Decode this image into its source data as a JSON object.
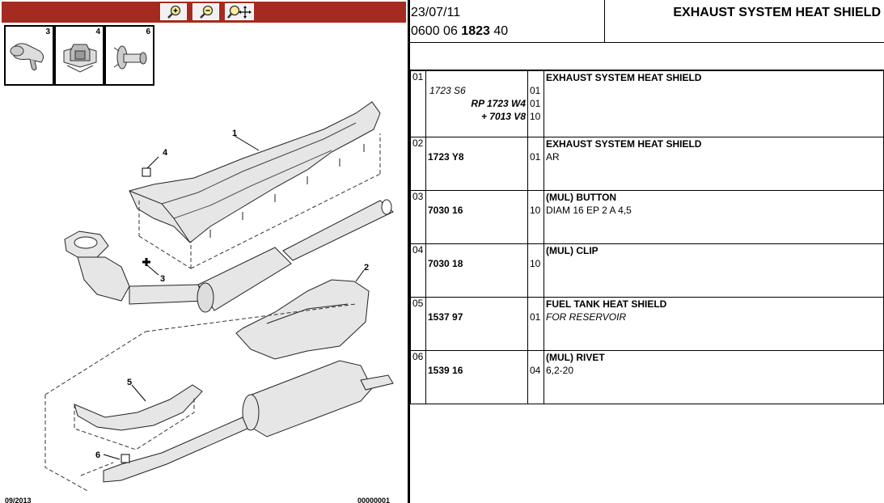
{
  "toolbar": {
    "zoom_in": "zoom-in-icon",
    "zoom_out": "zoom-out-icon",
    "zoom_pan": "zoom-pan-icon",
    "bar_color": "#a52a1f"
  },
  "thumbnails": [
    {
      "number": "3",
      "icon": "push-button-icon"
    },
    {
      "number": "4",
      "icon": "clip-icon"
    },
    {
      "number": "6",
      "icon": "rivet-icon"
    }
  ],
  "diagram": {
    "callouts": [
      "1",
      "2",
      "3",
      "4",
      "5",
      "6"
    ],
    "footer_left": "09/2013",
    "footer_right": "00000001"
  },
  "header": {
    "date": "23/07/11",
    "code_prefix": "0600 06",
    "code_bold": "1823",
    "code_suffix": "40",
    "title": "EXHAUST SYSTEM HEAT SHIELD"
  },
  "parts": [
    {
      "item": "01",
      "refs": [
        {
          "text": "1723 S6",
          "style": "italic",
          "qty": "01"
        },
        {
          "text": "RP 1723 W4",
          "style": "bold-italic",
          "qty": "01"
        },
        {
          "text": "+ 7013 V8",
          "style": "bold-italic",
          "qty": "10"
        }
      ],
      "title": "EXHAUST SYSTEM HEAT SHIELD",
      "subtitle": ""
    },
    {
      "item": "02",
      "refs": [
        {
          "text": "1723 Y8",
          "style": "bold",
          "qty": "01"
        }
      ],
      "title": "EXHAUST SYSTEM HEAT SHIELD",
      "subtitle": "AR"
    },
    {
      "item": "03",
      "refs": [
        {
          "text": "7030 16",
          "style": "bold",
          "qty": "10"
        }
      ],
      "title": "(MUL) BUTTON",
      "subtitle": "DIAM 16 EP 2 A 4,5"
    },
    {
      "item": "04",
      "refs": [
        {
          "text": "7030 18",
          "style": "bold",
          "qty": "10"
        }
      ],
      "title": "(MUL) CLIP",
      "subtitle": ""
    },
    {
      "item": "05",
      "refs": [
        {
          "text": "1537 97",
          "style": "bold",
          "qty": "01"
        }
      ],
      "title": "FUEL TANK HEAT SHIELD",
      "subtitle": "FOR RESERVOIR",
      "subtitle_italic": true
    },
    {
      "item": "06",
      "refs": [
        {
          "text": "1539 16",
          "style": "bold",
          "qty": "04"
        }
      ],
      "title": "(MUL) RIVET",
      "subtitle": "6,2-20"
    }
  ]
}
